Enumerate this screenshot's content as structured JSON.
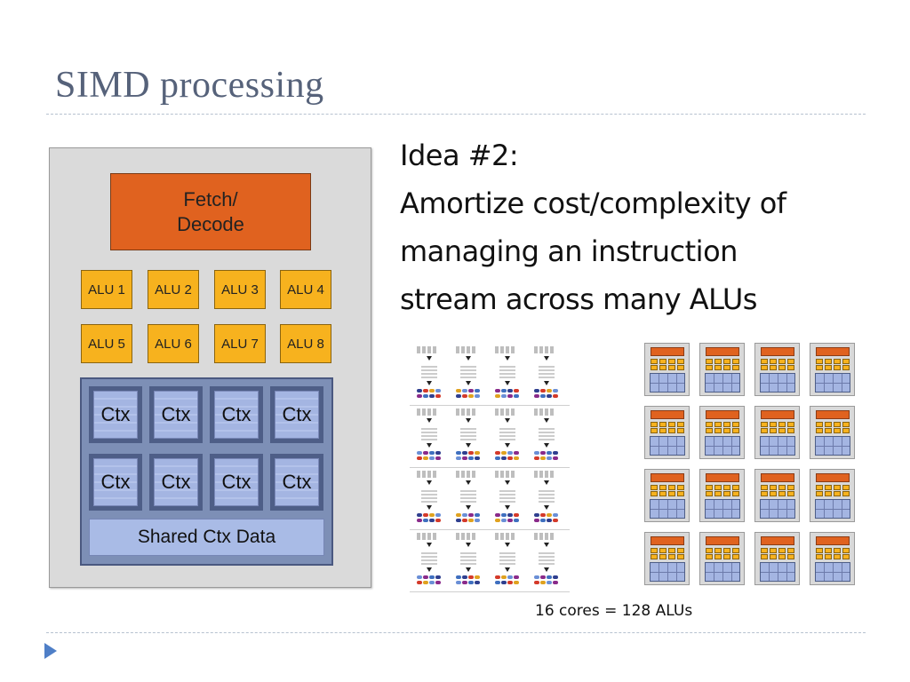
{
  "slide": {
    "title": "SIMD processing",
    "idea_lines": [
      "Idea #2:",
      "Amortize cost/complexity of",
      "managing an instruction",
      "stream across many ALUs"
    ],
    "caption": "16 cores = 128 ALUs"
  },
  "core_diagram": {
    "fetch_line1": "Fetch/",
    "fetch_line2": "Decode",
    "alus": [
      "ALU 1",
      "ALU 2",
      "ALU 3",
      "ALU 4",
      "ALU 5",
      "ALU 6",
      "ALU 7",
      "ALU 8"
    ],
    "contexts": [
      "Ctx",
      "Ctx",
      "Ctx",
      "Ctx",
      "Ctx",
      "Ctx",
      "Ctx",
      "Ctx"
    ],
    "shared": "Shared Ctx Data"
  },
  "colors": {
    "fetch": "#e0621f",
    "alu": "#f7b21e",
    "context": "#a4b5e2",
    "title": "#56627a",
    "bullet": "#4f7fc7"
  }
}
